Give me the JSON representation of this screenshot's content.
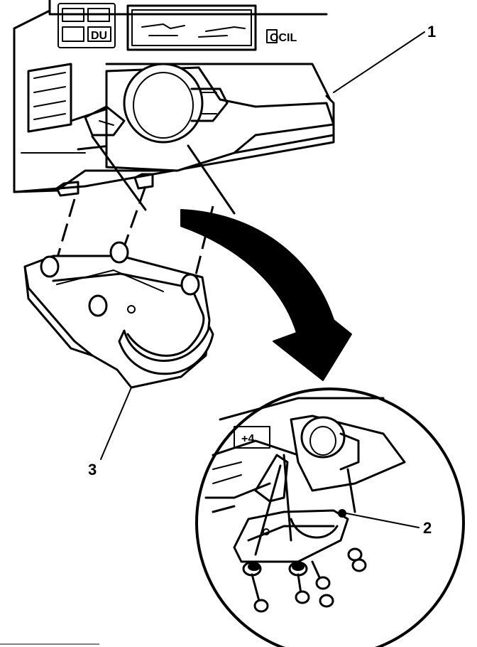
{
  "callouts": {
    "c1": "1",
    "c2": "2",
    "c3": "3"
  },
  "panel_text": {
    "button_du": "DU",
    "label_ocil": "OCIL",
    "inset_button": "+4"
  },
  "colors": {
    "ink": "#000000",
    "paper": "#ffffff"
  }
}
